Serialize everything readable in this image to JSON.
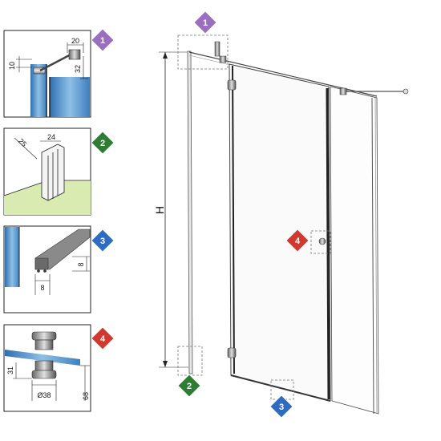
{
  "badges": {
    "b1": {
      "label": "1",
      "color": "#9b6fc0"
    },
    "b2": {
      "label": "2",
      "color": "#2e7d32"
    },
    "b3": {
      "label": "3",
      "color": "#2f6bc0"
    },
    "b4": {
      "label": "4",
      "color": "#d0392f"
    }
  },
  "detail1": {
    "d_width": "20",
    "d_left": "10",
    "d_right": "32"
  },
  "detail2": {
    "d_top": "24",
    "d_diag": "25"
  },
  "detail3": {
    "d_bottom": "8",
    "d_side": "8"
  },
  "detail4": {
    "d_height": "31",
    "d_diameter": "Ø38",
    "d_right": "68"
  },
  "main": {
    "height_label": "H"
  },
  "colors": {
    "glass": "#4a90c8",
    "glass_light": "#cfe3f3",
    "frame": "#555555",
    "floor": "#d9ebb0"
  }
}
